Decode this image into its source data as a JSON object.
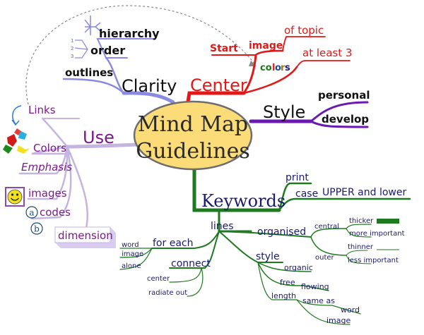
{
  "center": {
    "line1": "Mind Map",
    "line2": "Guidelines"
  },
  "clarity": {
    "label": "Clarity",
    "hierarchy": "hierarchy",
    "order": "order",
    "outlines": "outlines",
    "order_numbers": [
      "1",
      "2",
      "3"
    ]
  },
  "centerBranch": {
    "label": "Center",
    "start": "Start",
    "image": "image",
    "of_topic": "of topic",
    "colors_letters": [
      "co",
      "l",
      "o",
      "r",
      "s"
    ],
    "at_least_3": "at least 3"
  },
  "style": {
    "label": "Style",
    "personal": "personal",
    "develop": "develop"
  },
  "use": {
    "label": "Use",
    "links": "Links",
    "colors": "Colors",
    "emphasis": "Emphasis",
    "images": "images",
    "codes": "codes",
    "dimension": "dimension",
    "code_a": "a",
    "code_b": "b"
  },
  "keywords": {
    "label": "Keywords",
    "print": "print",
    "case": "case",
    "upper_lower": "UPPER and lower",
    "lines": "lines",
    "organised": "organised",
    "central": "central",
    "thicker": "thicker",
    "more_important": "more important",
    "outer": "outer",
    "thinner": "thinner",
    "less_important": "less important",
    "style": "style",
    "organic": "organic",
    "free": "free",
    "flowing": "flowing",
    "length": "length",
    "same_as": "same as",
    "word": "word",
    "image": "image",
    "for_each": "for each",
    "fe_word": "word",
    "fe_image": "image",
    "fe_alone": "alone",
    "connect": "connect",
    "center": "center",
    "radiate_out": "radiate out"
  },
  "colors": {
    "center_fill": "#fcdc78",
    "center_stroke": "#6e6e6e",
    "clarity": "#8a8ae0",
    "center_branch": "#e01818",
    "style": "#6a1ab0",
    "use": "#c4b4e0",
    "use_text": "#7a1a8a",
    "keywords": "#1e7a1e",
    "navy": "#1a1a6e",
    "dark_gray": "#555555"
  }
}
